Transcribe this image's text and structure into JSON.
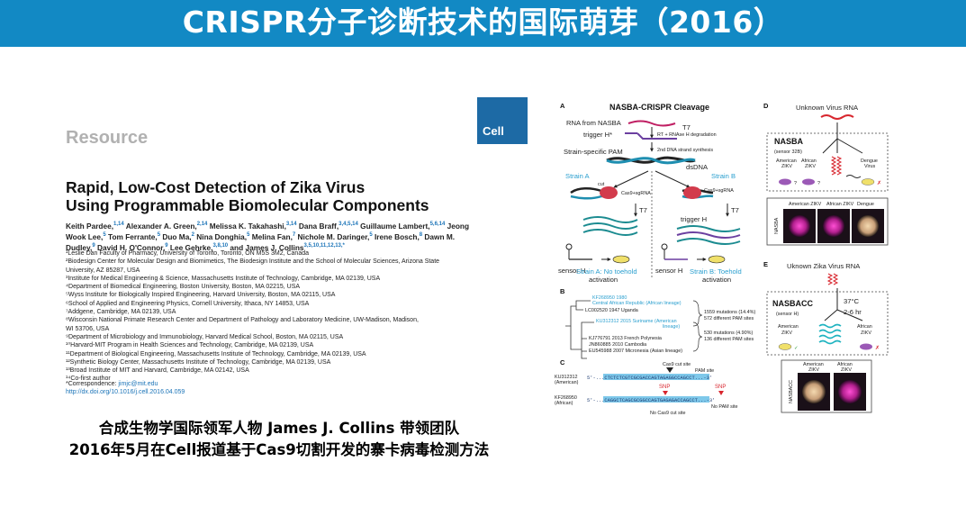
{
  "slide": {
    "title": "CRISPR分子诊断技术的国际萌芽（2016）",
    "caption_line1": "合成生物学国际领军人物 James J. Collins 带领团队",
    "caption_line2": "2016年5月在Cell报道基于Cas9切割开发的寨卡病毒检测方法",
    "colors": {
      "title_bar": "#1289c4",
      "cell_logo": "#1d6aa5",
      "link": "#1b74b8",
      "strain": "#2a9fcf",
      "snp": "#d8262e"
    }
  },
  "paper": {
    "section_label": "Resource",
    "journal_logo": "Cell",
    "title_line1": "Rapid, Low-Cost Detection of Zika Virus",
    "title_line2": "Using Programmable Biomolecular Components",
    "authors_line1": "Keith Pardee,",
    "authors_sup1": "1,14",
    "authors_rest": [
      {
        "name": " Alexander A. Green,",
        "sup": "2,14"
      },
      {
        "name": " Melissa K. Takahashi,",
        "sup": "3,14"
      },
      {
        "name": " Dana Braff,",
        "sup": "3,4,5,14"
      },
      {
        "name": " Guillaume Lambert,",
        "sup": "5,6,14"
      },
      {
        "name": " Jeong Wook Lee,",
        "sup": "5"
      },
      {
        "name": " Tom Ferrante,",
        "sup": "5"
      },
      {
        "name": " Duo Ma,",
        "sup": "2"
      },
      {
        "name": " Nina Donghia,",
        "sup": "5"
      },
      {
        "name": " Melina Fan,",
        "sup": "7"
      },
      {
        "name": " Nichole M. Daringer,",
        "sup": "5"
      },
      {
        "name": " Irene Bosch,",
        "sup": "8"
      },
      {
        "name": " Dawn M. Dudley,",
        "sup": "9"
      },
      {
        "name": " David H. O'Connor,",
        "sup": "9"
      },
      {
        "name": " Lee Gehrke,",
        "sup": "3,8,10"
      },
      {
        "name": " and James J. Collins",
        "sup": "3,5,10,11,12,13,*"
      }
    ],
    "affiliations": [
      "¹Leslie Dan Faculty of Pharmacy, University of Toronto, Toronto, ON M5S 3M2, Canada",
      "²Biodesign Center for Molecular Design and Biomimetics, The Biodesign Institute and the School of Molecular Sciences, Arizona State",
      "University, AZ 85287, USA",
      "³Institute for Medical Engineering & Science, Massachusetts Institute of Technology, Cambridge, MA 02139, USA",
      "⁴Department of Biomedical Engineering, Boston University, Boston, MA 02215, USA",
      "⁵Wyss Institute for Biologically Inspired Engineering, Harvard University, Boston, MA 02115, USA",
      "⁶School of Applied and Engineering Physics, Cornell University, Ithaca, NY 14853, USA",
      "⁷Addgene, Cambridge, MA 02139, USA",
      "⁸Wisconsin National Primate Research Center and Department of Pathology and Laboratory Medicine, UW-Madison, Madison,",
      "WI 53706, USA",
      "⁹Department of Microbiology and Immunobiology, Harvard Medical School, Boston, MA 02115, USA",
      "¹⁰Harvard-MIT Program in Health Sciences and Technology, Cambridge, MA 02139, USA",
      "¹¹Department of Biological Engineering, Massachusetts Institute of Technology, Cambridge, MA 02139, USA",
      "¹²Synthetic Biology Center, Massachusetts Institute of Technology, Cambridge, MA 02139, USA",
      "¹³Broad Institute of MIT and Harvard, Cambridge, MA 02142, USA",
      "¹⁴Co-first author"
    ],
    "correspondence_label": "*Correspondence: ",
    "correspondence_email": "jimjc@mit.edu",
    "doi": "http://dx.doi.org/10.1016/j.cell.2016.04.059"
  },
  "figure": {
    "panel_a": {
      "label": "A",
      "title": "NASBA-CRISPR Cleavage",
      "rna_from_nasba": "RNA from NASBA",
      "t7_top": "T7",
      "rt_note": "RT + RNAse H degradation",
      "trigger_h_prime": "trigger H*",
      "strain_pam": "Strain-specific PAM",
      "second_strand": "2nd DNA strand synthesis",
      "dsdna": "dsDNA",
      "strain_a": "Strain A",
      "strain_b": "Strain B",
      "cut": "cut",
      "cas9_a": "Cas9+sgRNA",
      "cas9_b": "Cas9+sgRNA",
      "t7_a": "T7",
      "t7_b": "T7",
      "trigger_h": "trigger H",
      "sensor_h_a": "sensor H",
      "sensor_h_b": "sensor H",
      "result_a_1": "Strain A: No toehold",
      "result_a_2": "activation",
      "result_b_1": "Strain B: Toehold",
      "result_b_2": "activation"
    },
    "panel_b": {
      "label": "B",
      "leaf1a": "KF268950 1980",
      "leaf1b": "Central African Republic (African lineage)",
      "leaf2": "LC002520 1947 Uganda",
      "leaf3a": "KU312312 2015 Suriname (American",
      "leaf3b": "lineage)",
      "leaf4": "KJ776791 2013 French Polynesia",
      "leaf5": "JN860885 2010 Cambodia",
      "leaf6": "EU545988 2007 Micronesia (Asian lineage)",
      "mut1a": "1559 mutations (14.4%)",
      "mut1b": "572 different PAM sites",
      "mut2a": "530 mutations (4.90%)",
      "mut2b": "136 different PAM sites"
    },
    "panel_c": {
      "label": "C",
      "cut_site": "Cas9 cut site",
      "pam_site": "PAM site",
      "seq1_id": "KU312312",
      "seq1_lin": "(American)",
      "seq2_id": "KF268950",
      "seq2_lin": "(African)",
      "seq1": "5'-...CTCTCTCGTCGCGACCAGTAGAGGCCAGCCT...-3'",
      "seq2": "5'-...CAGGCTCAGCGCGGCCAGTGAGAGACCAGCCT...-3'",
      "snp_left": "SNP",
      "snp_right": "SNP",
      "no_pam": "No PAM site",
      "no_cut": "No Cas9 cut site"
    },
    "panel_d": {
      "label": "D",
      "title": "Unknown Virus RNA",
      "nasba": "NASBA",
      "sensor": "(sensor 32B)",
      "col1": "American",
      "col1b": "ZIKV",
      "col2": "African",
      "col2b": "ZIKV",
      "col3": "Dengue",
      "col3b": "Virus",
      "side": "NASBA",
      "img1": "American ZIKV",
      "img2": "African ZIKV",
      "img3": "Dengue",
      "q1": "?",
      "q2": "?",
      "x": "✗"
    },
    "panel_e": {
      "label": "E",
      "title": "Uknown Zika Virus RNA",
      "nasbacc": "NASBACC",
      "sensor": "(sensor H)",
      "temp": "37°C",
      "time": "2-6 hr",
      "am": "American",
      "amb": "ZIKV",
      "af": "African",
      "afb": "ZIKV",
      "side": "NASBACC",
      "img1a": "American",
      "img1b": "ZIKV",
      "img2a": "African",
      "img2b": "ZIKV",
      "check": "✓",
      "x": "✗"
    }
  }
}
